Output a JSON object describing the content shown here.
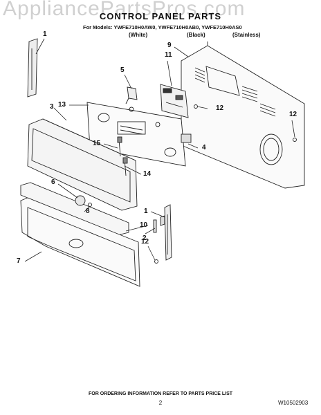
{
  "watermark": "AppliancePartsPros.com",
  "title": "CONTROL PANEL PARTS",
  "models_line": "For Models: YWFE710H0AW0, YWFE710H0AB0, YWFE710H0AS0",
  "variants": [
    "(White)",
    "(Black)",
    "(Stainless)"
  ],
  "callouts": [
    "1",
    "2",
    "3",
    "4",
    "5",
    "6",
    "7",
    "8",
    "9",
    "10",
    "11",
    "12",
    "12",
    "12",
    "13",
    "14",
    "15",
    "1"
  ],
  "footer": "FOR ORDERING INFORMATION REFER TO PARTS PRICE LIST",
  "page_number": "2",
  "doc_number": "W10502903"
}
